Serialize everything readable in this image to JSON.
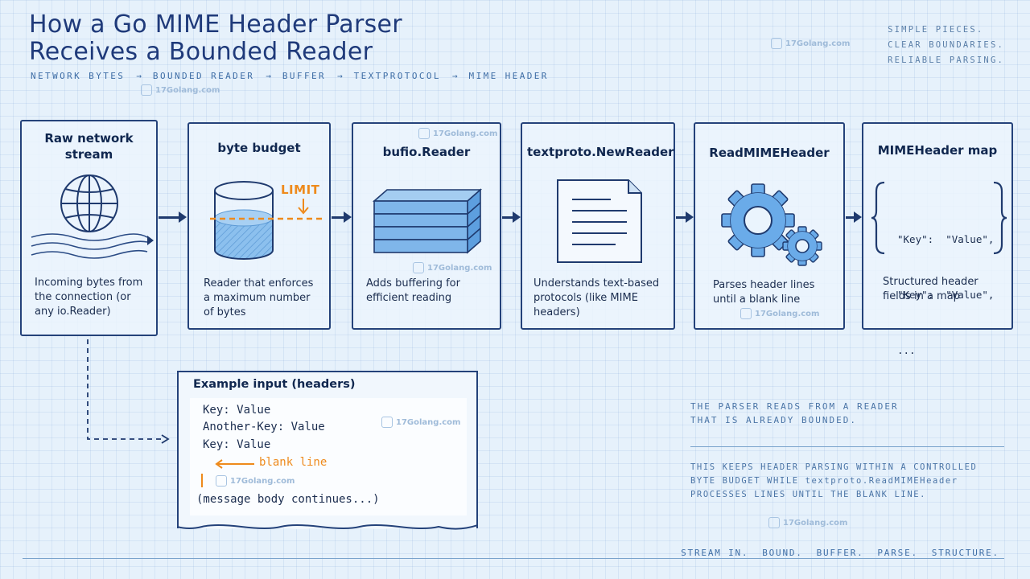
{
  "title_line1": "How a Go MIME Header Parser",
  "title_line2": "Receives a Bounded Reader",
  "pipeline": [
    "NETWORK BYTES",
    "BOUNDED READER",
    "BUFFER",
    "TEXTPROTOCOL",
    "MIME HEADER"
  ],
  "pipeline_arrow": "→",
  "tagline": [
    "SIMPLE PIECES.",
    "CLEAR BOUNDARIES.",
    "RELIABLE PARSING."
  ],
  "watermark": "17Golang.com",
  "stages": [
    {
      "title": "Raw network stream",
      "desc": "Incoming bytes from the connection (or any io.Reader)",
      "icon": "globe-icon"
    },
    {
      "title": "byte budget",
      "desc": "Reader that enforces a maximum number of bytes",
      "icon": "cylinder-icon",
      "limit_label": "LIMIT"
    },
    {
      "title": "bufio.Reader",
      "desc": "Adds buffering for efficient reading",
      "icon": "stacked-buffer-icon"
    },
    {
      "title": "textproto.NewReader",
      "desc": "Understands text-based protocols (like MIME headers)",
      "icon": "document-icon"
    },
    {
      "title": "ReadMIMEHeader",
      "desc": "Parses header lines until a blank line",
      "icon": "gears-icon"
    },
    {
      "title": "MIMEHeader map",
      "desc": "Structured header fields in a map",
      "icon": "braces-icon",
      "map_lines": [
        "\"Key\":  \"Value\",",
        "\"Key\":  \"Value\",",
        "..."
      ]
    }
  ],
  "example": {
    "title": "Example input (headers)",
    "lines": [
      "Key: Value",
      "Another-Key: Value",
      "Key: Value"
    ],
    "blank_line_label": "blank line",
    "body_line": "(message body continues...)"
  },
  "note1": [
    "THE PARSER READS FROM A READER",
    "THAT IS ALREADY BOUNDED."
  ],
  "note2": [
    "THIS KEEPS HEADER PARSING WITHIN A CONTROLLED",
    "BYTE BUDGET WHILE textproto.ReadMIMEHeader",
    "PROCESSES LINES UNTIL THE BLANK LINE."
  ],
  "footer": "STREAM IN.  BOUND.  BUFFER.  PARSE.  STRUCTURE.",
  "colors": {
    "navy": "#1f3a6e",
    "accent_orange": "#ee8a1c",
    "icon_blue": "#5aa0e6",
    "background": "#e6f1fb"
  }
}
